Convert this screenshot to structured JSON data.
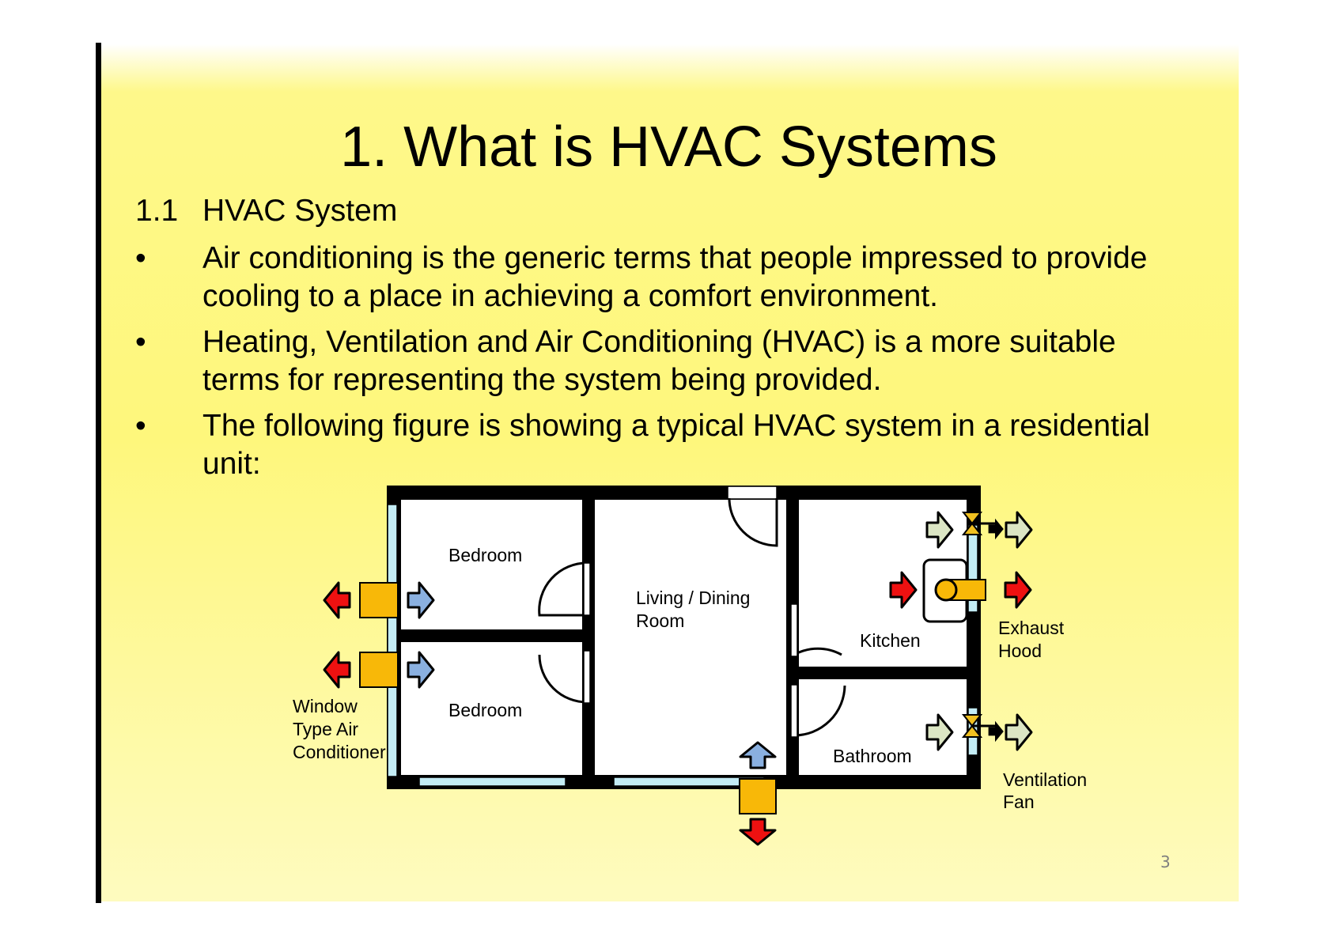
{
  "slide": {
    "title": "1. What is HVAC Systems",
    "section_number": "1.1",
    "section_title": "HVAC System",
    "bullet_symbol": "•",
    "bullets": [
      {
        "lines": [
          "Air conditioning is the generic terms that people impressed to provide",
          "cooling to a place in achieving a comfort environment."
        ]
      },
      {
        "lines": [
          "Heating, Ventilation and Air Conditioning (HVAC) is a more suitable",
          "terms for representing the system being provided."
        ]
      },
      {
        "lines": [
          "The following figure is showing a typical HVAC system in a residential",
          "unit:"
        ]
      }
    ],
    "page_number": "3"
  },
  "figure": {
    "rooms": {
      "bedroom_top": "Bedroom",
      "bedroom_bottom": "Bedroom",
      "living_line1": "Living / Dining",
      "living_line2": "Room",
      "kitchen": "Kitchen",
      "bathroom": "Bathroom"
    },
    "labels": {
      "window_ac": [
        "Window",
        "Type Air",
        "Conditioner"
      ],
      "exhaust_hood": [
        "Exhaust",
        "Hood"
      ],
      "ventilation_fan": [
        "Ventilation",
        "Fan"
      ]
    },
    "colors": {
      "wall": "#000000",
      "window_glass": "#c3ecf5",
      "unit": "#f8b808",
      "hot_air": "#ee1111",
      "cool_air": "#8ab0e0",
      "exhaust_air": "#dce6c4",
      "fan_blade": "#f0c020"
    },
    "icons": [
      "window-ac-unit",
      "hot-air-arrow",
      "cool-air-arrow",
      "exhaust-air-arrow",
      "ventilation-fan",
      "cooker-hood",
      "door-swing"
    ]
  }
}
